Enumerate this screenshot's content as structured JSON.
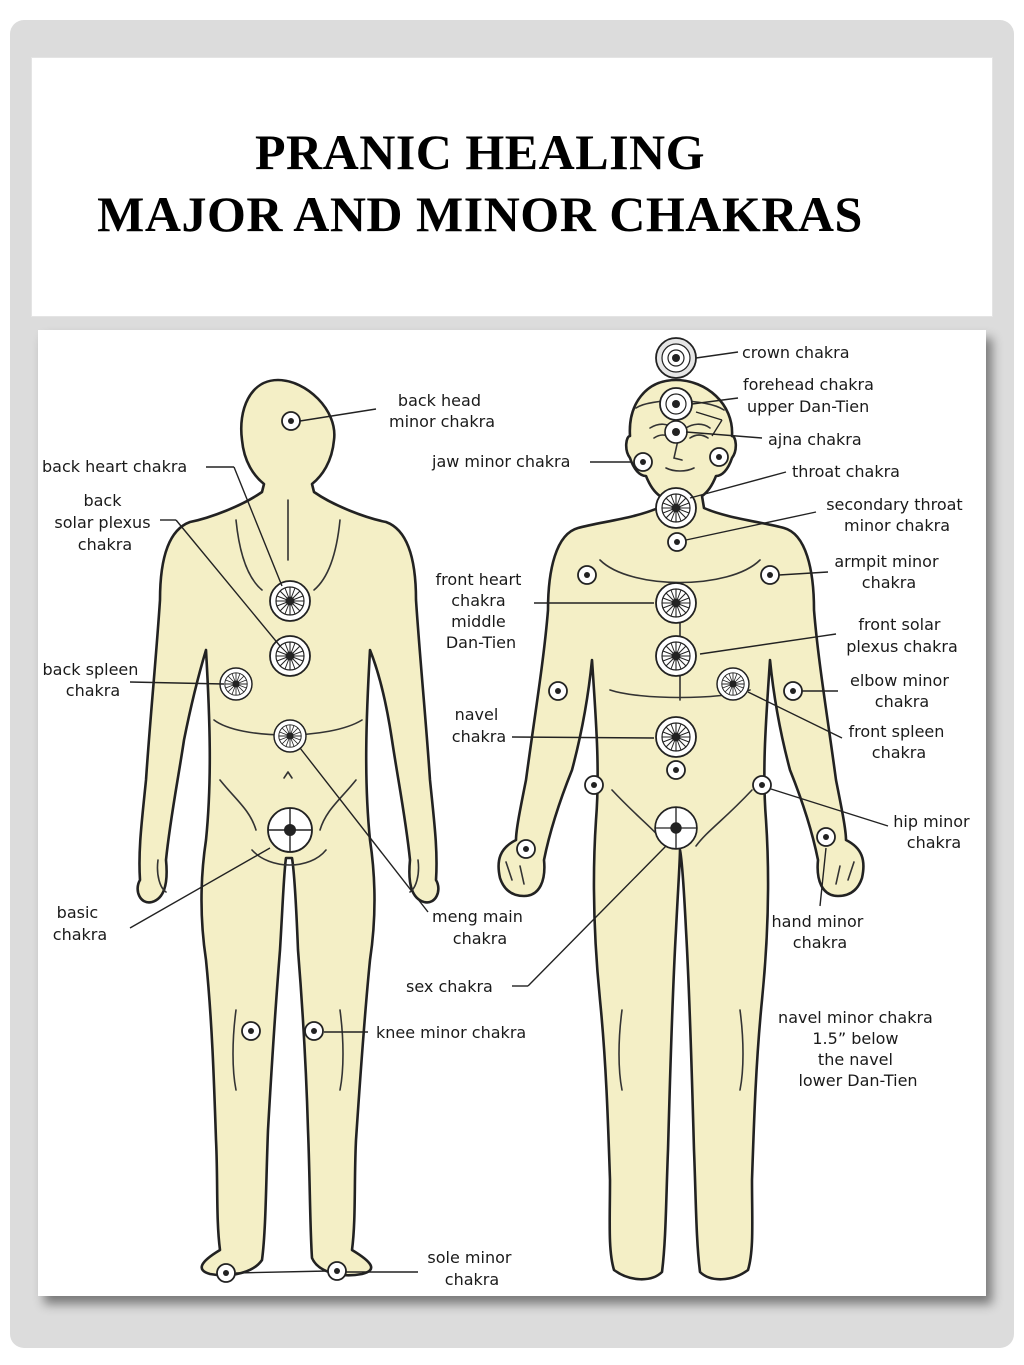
{
  "title": {
    "line1": "PRANIC HEALING",
    "line2": "MAJOR AND MINOR CHAKRAS"
  },
  "labels": {
    "back_head": [
      "back head",
      "minor chakra"
    ],
    "back_heart": [
      "back heart chakra"
    ],
    "back_solar_plexus": [
      "back",
      "solar plexus",
      "chakra"
    ],
    "back_spleen": [
      "back spleen",
      "chakra"
    ],
    "basic": [
      "basic",
      "chakra"
    ],
    "meng_main": [
      "meng main",
      "chakra"
    ],
    "sex": [
      "sex chakra"
    ],
    "knee_minor": [
      "knee minor chakra"
    ],
    "sole_minor": [
      "sole minor",
      "chakra"
    ],
    "crown": [
      "crown chakra"
    ],
    "forehead": [
      "forehead chakra",
      "upper Dan-Tien"
    ],
    "ajna": [
      "ajna chakra"
    ],
    "jaw_minor": [
      "jaw minor chakra"
    ],
    "throat": [
      "throat chakra"
    ],
    "secondary_throat": [
      "secondary throat",
      "minor chakra"
    ],
    "armpit_minor": [
      "armpit minor",
      "chakra"
    ],
    "front_heart": [
      "front heart",
      "chakra",
      "middle",
      "Dan-Tien"
    ],
    "front_solar_plexus": [
      "front solar",
      "plexus chakra"
    ],
    "elbow_minor": [
      "elbow minor",
      "chakra"
    ],
    "navel": [
      "navel",
      "chakra"
    ],
    "front_spleen": [
      "front spleen",
      "chakra"
    ],
    "hip_minor": [
      "hip minor",
      "chakra"
    ],
    "hand_minor": [
      "hand minor",
      "chakra"
    ],
    "navel_minor": [
      "navel minor chakra",
      "1.5” below",
      "the navel",
      "lower Dan-Tien"
    ]
  },
  "colors": {
    "skin": "#f4efc6",
    "outline": "#222222",
    "frame": "#dcdcdc"
  }
}
